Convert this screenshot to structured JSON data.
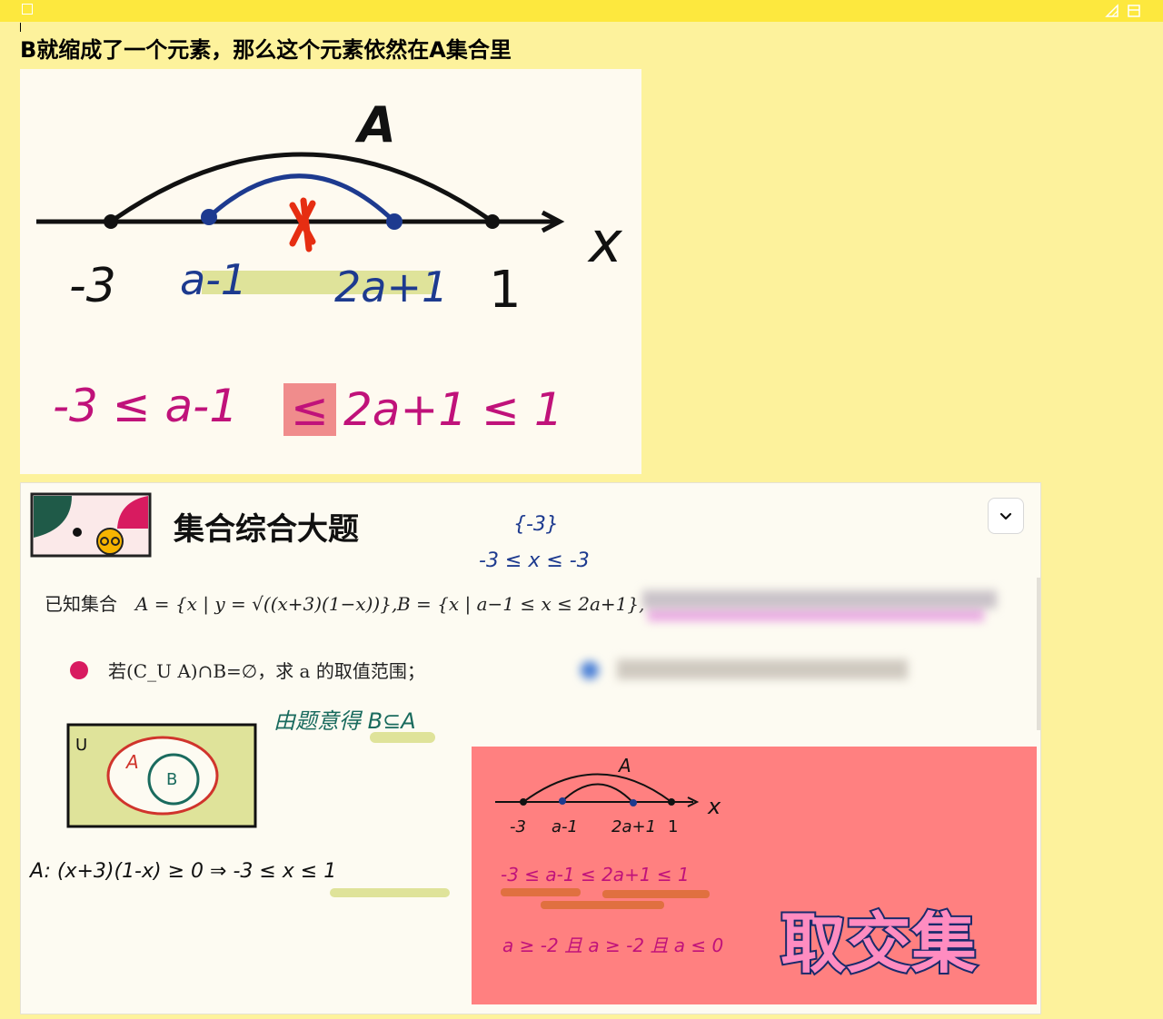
{
  "note": {
    "text": "B就缩成了一个元素，那么这个元素依然在A集合里"
  },
  "figure_top": {
    "set_label": "A",
    "axis_label": "x",
    "points": [
      "-3",
      "a-1",
      "2a+1",
      "1"
    ],
    "inequality": {
      "left": "-3 ≤ a-1",
      "highlighted": "≤",
      "right": "2a+1 ≤ 1"
    },
    "colors": {
      "outer_arc": "#111111",
      "inner_arc": "#1d3a8f",
      "cross": "#e62e12",
      "inequality": "#c0127a",
      "highlight": "#f08c8c",
      "label_band": "#dfe39a"
    }
  },
  "lesson": {
    "title": "集合综合大题",
    "notes_top": [
      "{-3}",
      "-3 ≤ x ≤ -3"
    ],
    "given": {
      "prefix": "已知集合",
      "set_a": "A = {x | y = √((x+3)(1−x))},",
      "set_b": "B = {x | a−1 ≤ x ≤ 2a+1},"
    },
    "question": "若(C_U A)∩B=∅，求 a 的取值范围；",
    "handwritten_hint": "由题意得 B⊆A",
    "venn": {
      "universe": "U",
      "outer": "A",
      "inner": "B"
    },
    "derivation_a": "A: (x+3)(1-x) ≥ 0  ⇒  -3 ≤ x ≤ 1",
    "red_panel": {
      "set_label": "A",
      "axis_label": "x",
      "points": [
        "-3",
        "a-1",
        "2a+1",
        "1"
      ],
      "inequality": "-3 ≤ a-1 ≤ 2a+1 ≤ 1",
      "conditions": "a ≥ -2 且 a ≥ -2  且  a ≤ 0",
      "stamp": "取交集"
    }
  }
}
